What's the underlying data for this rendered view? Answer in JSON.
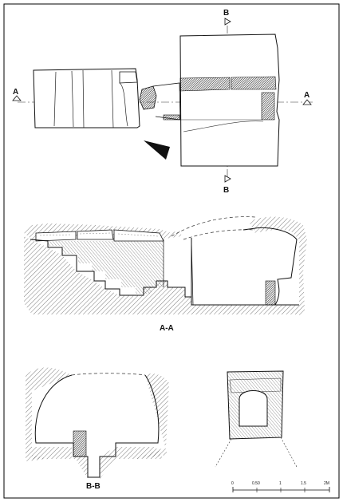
{
  "plan": {
    "section_a_left": "A",
    "section_a_right": "A",
    "section_b_top": "B",
    "section_b_bottom": "B"
  },
  "section_aa": {
    "label": "A-A"
  },
  "section_bb": {
    "label": "B-B"
  },
  "scale_bar": {
    "ticks": [
      "0",
      "0.50",
      "1",
      "1.5",
      "2M"
    ]
  }
}
